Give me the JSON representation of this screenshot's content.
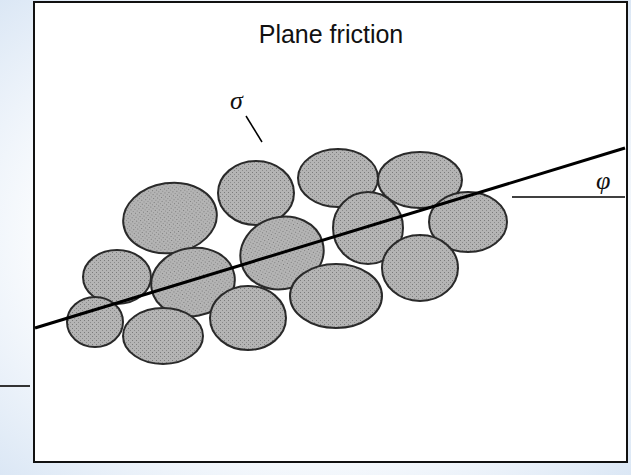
{
  "diagram": {
    "title": "Plane friction",
    "labels": [
      "σ",
      "φ"
    ]
  }
}
